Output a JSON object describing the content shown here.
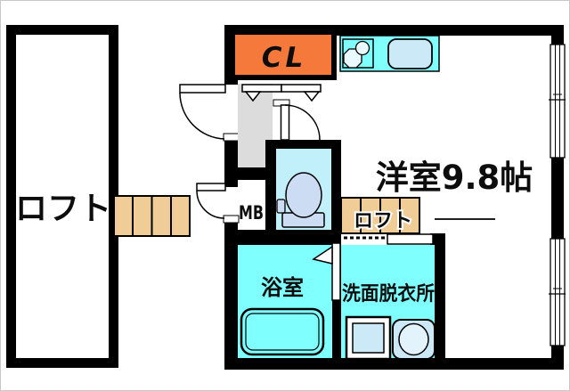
{
  "labels": {
    "loft_room": "ロフト",
    "closet": "CL",
    "main_room": "洋室9.8帖",
    "meter_box": "MB",
    "loft_ladder": "ロフト",
    "bathroom": "浴室",
    "washroom": "洗面脱衣所"
  },
  "colors": {
    "wall": "#000000",
    "closet_fill": "#f5793b",
    "water_fill": "#80ffff",
    "toilet_room_fill": "#c2f0fa",
    "fixture_fill": "#ccdcf2",
    "fixture_light_fill": "#cbe9f6",
    "fixture_lighter_fill": "#e2f3fb",
    "ladder_fill": "#f0cd96",
    "hallway_fill": "#dcdcdc"
  }
}
